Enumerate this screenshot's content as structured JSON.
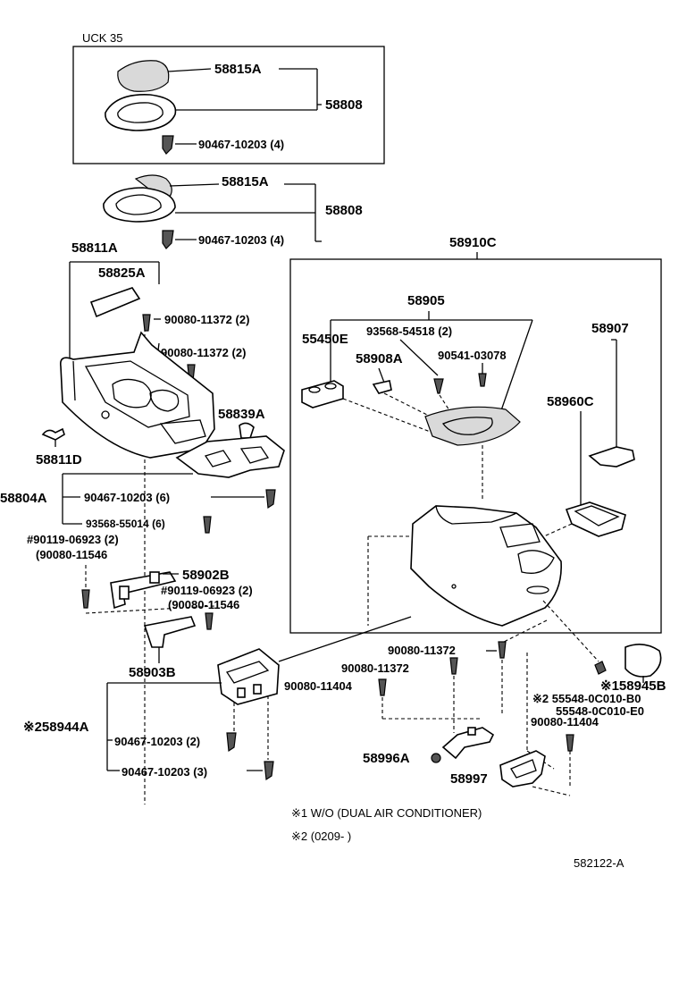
{
  "header": {
    "model_note": "UCK 35"
  },
  "callouts": {
    "p58815A_top": "58815A",
    "p58808_top": "58808",
    "p90467_top": "90467-10203 (4)",
    "p58815A_mid": "58815A",
    "p58808_mid": "58808",
    "p90467_mid": "90467-10203 (4)",
    "p58811A": "58811A",
    "p58825A": "58825A",
    "p90080_11372_a": "90080-11372 (2)",
    "p90080_11372_b": "90080-11372 (2)",
    "p58839A": "58839A",
    "p58811D": "58811D",
    "p58804A": "58804A",
    "p90467_6": "90467-10203 (6)",
    "p93568_55014": "93568-55014 (6)",
    "p90119_a": "#90119-06923 (2)",
    "p90080_11546_a": "(90080-11546",
    "p58902B": "58902B",
    "p90119_b": "#90119-06923 (2)",
    "p90080_11546_b": "(90080-11546",
    "p58903B": "58903B",
    "p58944A": "※258944A",
    "p90467_2": "90467-10203 (2)",
    "p90467_3": "90467-10203 (3)",
    "p58910C": "58910C",
    "p58905": "58905",
    "p55450E": "55450E",
    "p93568_54518": "93568-54518 (2)",
    "p58908A": "58908A",
    "p90541": "90541-03078",
    "p58907": "58907",
    "p58960C": "58960C",
    "p90080_11372_c": "90080-11372",
    "p90080_11372_d": "90080-11372",
    "p90080_11404_a": "90080-11404",
    "p58945B": "※158945B",
    "p55548_a": "※2 55548-0C010-B0",
    "p55548_b": "55548-0C010-E0",
    "p90080_11404_b": "90080-11404",
    "p58996A": "58996A",
    "p58997": "58997"
  },
  "notes": {
    "note1": "※1 W/O (DUAL AIR CONDITIONER)",
    "note2": "※2 (0209-        )"
  },
  "footer": {
    "figure_code": "582122-A"
  }
}
